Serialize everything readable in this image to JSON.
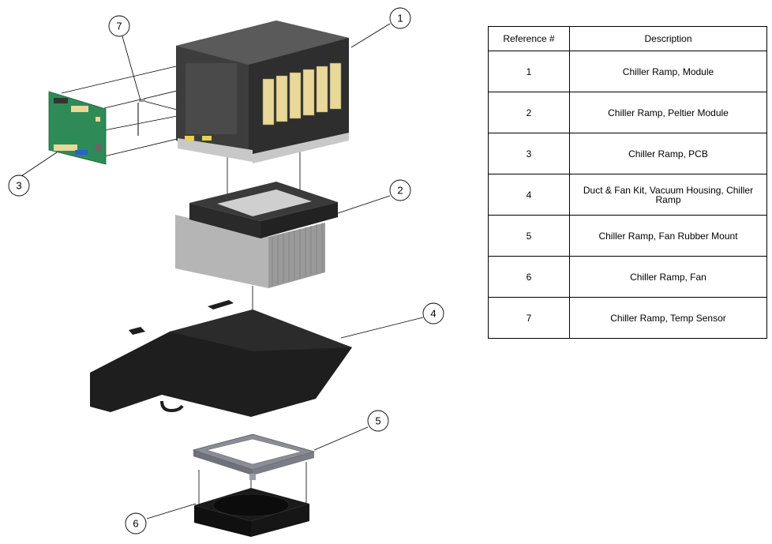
{
  "table": {
    "headers": {
      "ref": "Reference #",
      "desc": "Description"
    },
    "rows": [
      {
        "ref": "1",
        "desc": "Chiller Ramp, Module"
      },
      {
        "ref": "2",
        "desc": "Chiller Ramp, Peltier Module"
      },
      {
        "ref": "3",
        "desc": "Chiller Ramp, PCB"
      },
      {
        "ref": "4",
        "desc": "Duct & Fan Kit, Vacuum Housing, Chiller Ramp"
      },
      {
        "ref": "5",
        "desc": "Chiller Ramp, Fan Rubber Mount"
      },
      {
        "ref": "6",
        "desc": "Chiller Ramp, Fan"
      },
      {
        "ref": "7",
        "desc": "Chiller Ramp, Temp Sensor"
      }
    ]
  },
  "callouts": [
    "1",
    "2",
    "3",
    "4",
    "5",
    "6",
    "7"
  ],
  "colors": {
    "housing": "#3d3d3d",
    "housing_top": "#5a5a5a",
    "pcb": "#2e8b57",
    "connector": "#e8d89a",
    "heatsink": "#a8a8a8",
    "duct": "#1e1e1e",
    "mount": "#8a8d96",
    "fan": "#161616"
  }
}
